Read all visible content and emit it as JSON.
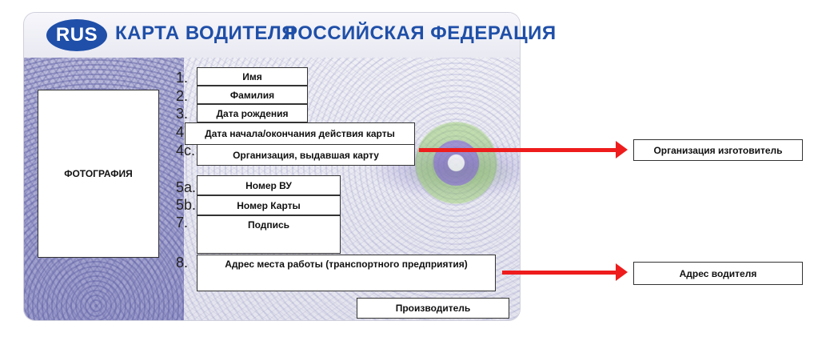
{
  "card": {
    "country_code": "RUS",
    "title": "КАРТА ВОДИТЕЛЯ",
    "subtitle": "РОССИЙСКАЯ ФЕДЕРАЦИЯ",
    "photo_label": "ФОТОГРАФИЯ",
    "numbers": [
      "1.",
      "2.",
      "3.",
      "4",
      "4c.",
      "5a.",
      "5b.",
      "7.",
      "8."
    ],
    "fields": {
      "name": "Имя",
      "surname": "Фамилия",
      "birth_date": "Дата рождения",
      "validity": "Дата начала/окончания действия карты",
      "issuer": "Организация, выдавшая карту",
      "license_number": "Номер ВУ",
      "card_number": "Номер Карты",
      "signature": "Подпись",
      "work_address": "Адрес места работы (транспортного предприятия)",
      "manufacturer": "Производитель"
    }
  },
  "callouts": {
    "organization": "Организация изготовитель",
    "address": "Адрес водителя"
  },
  "colors": {
    "brand_blue": "#1f4fa8",
    "arrow_red": "#ee1c1c"
  }
}
